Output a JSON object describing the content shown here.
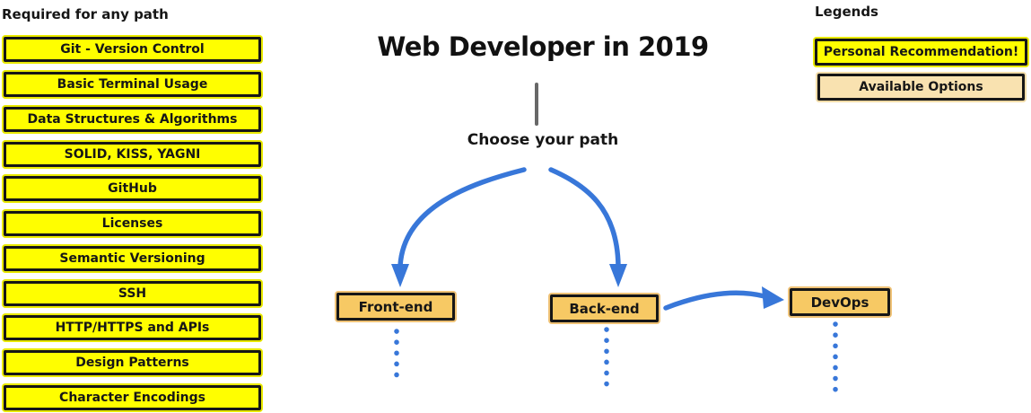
{
  "colors": {
    "arrow_blue": "#3877D9",
    "line_gray": "#686868",
    "border_black": "#161616",
    "required_fill": "#FFFE00",
    "required_rim": "#E9E900",
    "option_fill": "#F7C964",
    "option_rim": "#EFC276",
    "option_light_fill": "#F9E2B0",
    "option_light_rim": "#F2DCA8"
  },
  "required_section": {
    "heading": "Required for any path",
    "items": [
      "Git - Version Control",
      "Basic Terminal Usage",
      "Data Structures & Algorithms",
      "SOLID, KISS, YAGNI",
      "GitHub",
      "Licenses",
      "Semantic Versioning",
      "SSH",
      "HTTP/HTTPS and APIs",
      "Design Patterns",
      "Character Encodings"
    ]
  },
  "main": {
    "title": "Web Developer in 2019",
    "choose_label": "Choose your path",
    "paths": [
      {
        "label": "Front-end"
      },
      {
        "label": "Back-end"
      },
      {
        "label": "DevOps"
      }
    ]
  },
  "legend": {
    "heading": "Legends",
    "items": [
      {
        "label": "Personal Recommendation!"
      },
      {
        "label": "Available Options"
      }
    ]
  }
}
